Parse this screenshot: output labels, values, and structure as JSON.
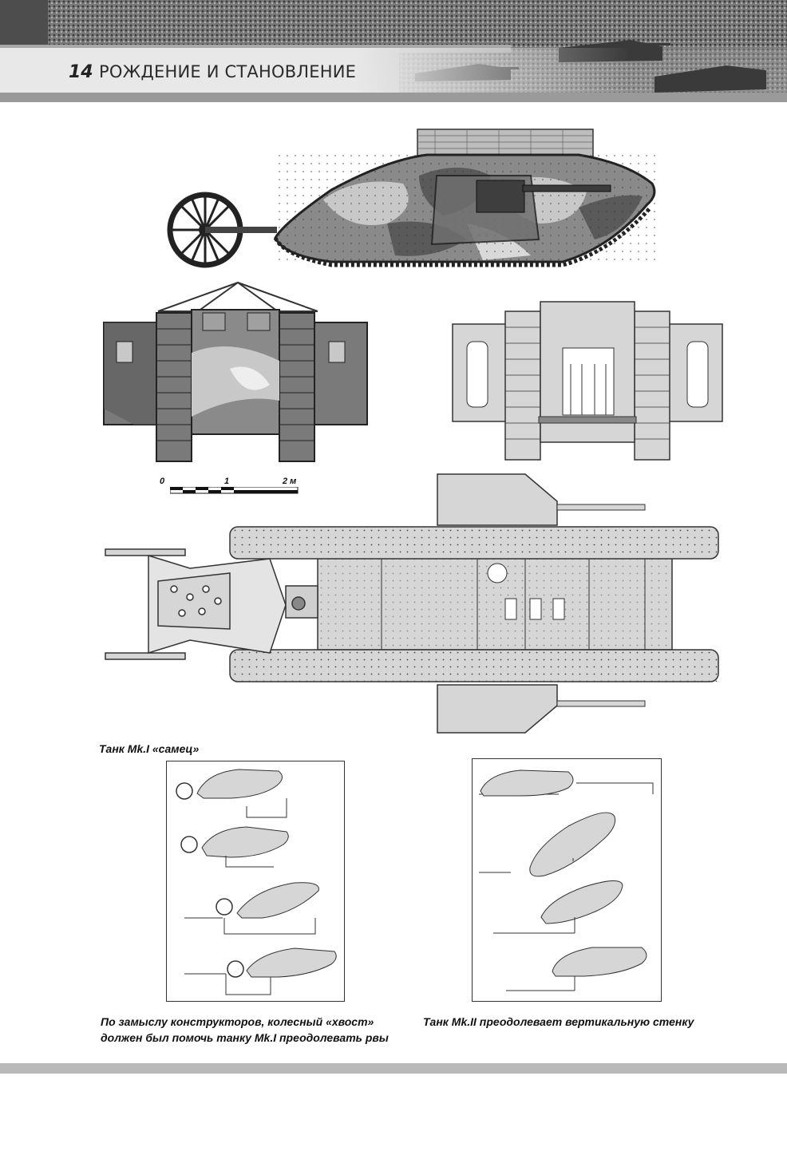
{
  "header": {
    "page_number": "14",
    "section_title": "РОЖДЕНИЕ И СТАНОВЛЕНИЕ"
  },
  "scale": {
    "label_0": "0",
    "label_1": "1",
    "label_2": "2 м"
  },
  "captions": {
    "main": "Танк Mk.I «самец»",
    "left_line1": "По замыслу конструкторов, колесный «хвост»",
    "left_line2": "должен был помочь танку Mk.I преодолевать рвы",
    "right": "Танк Mk.II преодолевает вертикальную стенку"
  },
  "colors": {
    "camo_dark": "#5a5a5a",
    "camo_mid": "#8a8a8a",
    "camo_light": "#c8c8c8",
    "drawing_fill": "#d6d6d6",
    "header_band": "#e8e8e8"
  }
}
